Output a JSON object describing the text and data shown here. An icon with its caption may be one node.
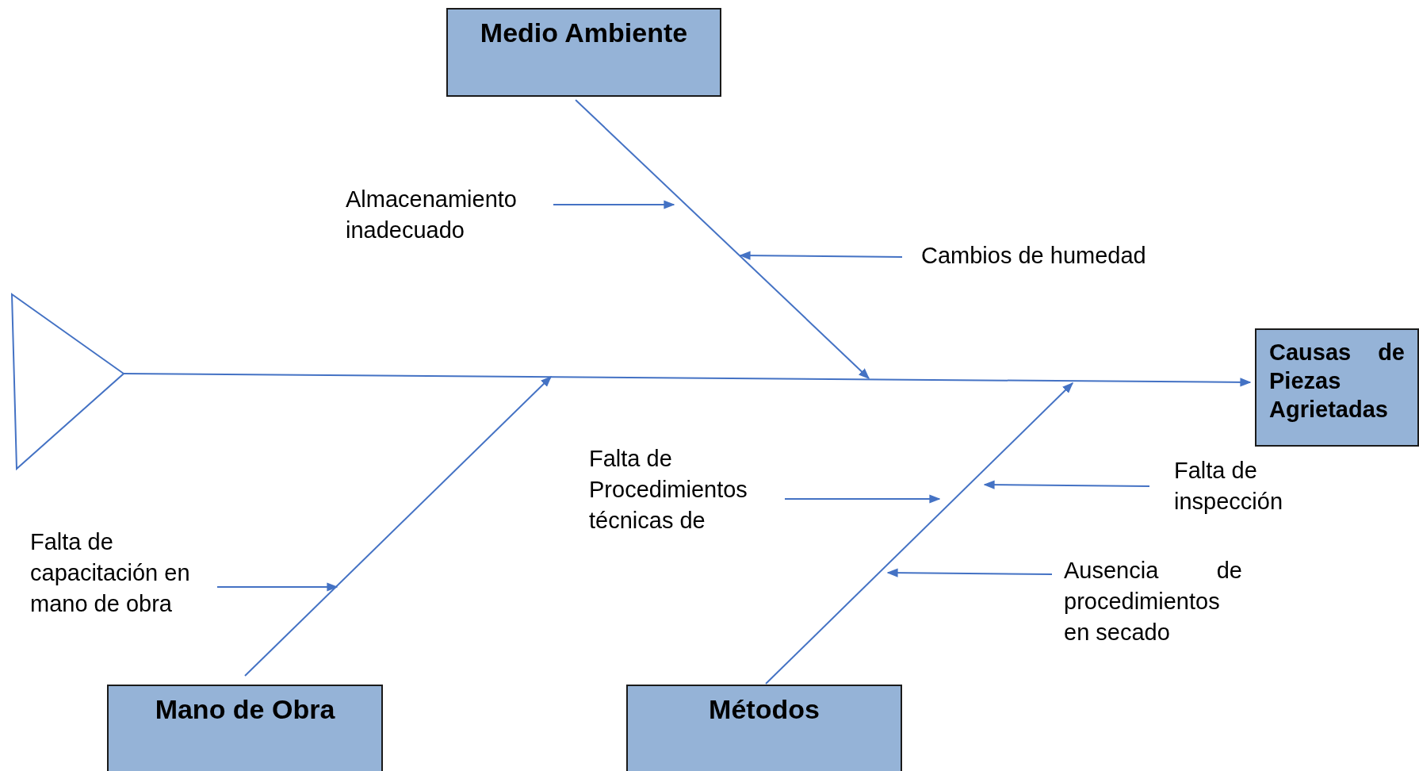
{
  "diagram": {
    "nodes": [
      {
        "text": [
          "Medio Ambiente"
        ]
      },
      {
        "text": [
          "Almacenamiento inadecuado"
        ]
      },
      {
        "text": [
          "Cambios de humedad"
        ]
      },
      {
        "text": [],
        "shape": "triangle"
      },
      {
        "text": [
          "Causas de Piezas Agrietadas"
        ]
      },
      {
        "text": [
          "Falta de Procedimientos técnicas de"
        ]
      },
      {
        "text": [
          "Falta de inspección"
        ]
      },
      {
        "text": [
          "Falta de capacitación en mano de obra"
        ]
      },
      {
        "text": [
          "Ausencia de procedimientos en secado"
        ]
      },
      {
        "text": [
          "Mano de Obra"
        ]
      },
      {
        "text": [
          "Métodos"
        ]
      }
    ],
    "edges": [
      {
        "from": 0,
        "to": null,
        "arrow": "to"
      },
      {
        "from": 1,
        "to": null,
        "arrow": "to"
      },
      {
        "from": 2,
        "to": null,
        "arrow": "to"
      },
      {
        "from": 3,
        "to": 4,
        "arrow": "to"
      },
      {
        "from": 9,
        "to": null,
        "arrow": "to"
      },
      {
        "from": 7,
        "to": null,
        "arrow": "to"
      },
      {
        "from": 10,
        "to": null,
        "arrow": "to"
      },
      {
        "from": 5,
        "to": null,
        "arrow": "to"
      },
      {
        "from": 6,
        "to": null,
        "arrow": "to"
      },
      {
        "from": 8,
        "to": null,
        "arrow": "to"
      }
    ]
  }
}
